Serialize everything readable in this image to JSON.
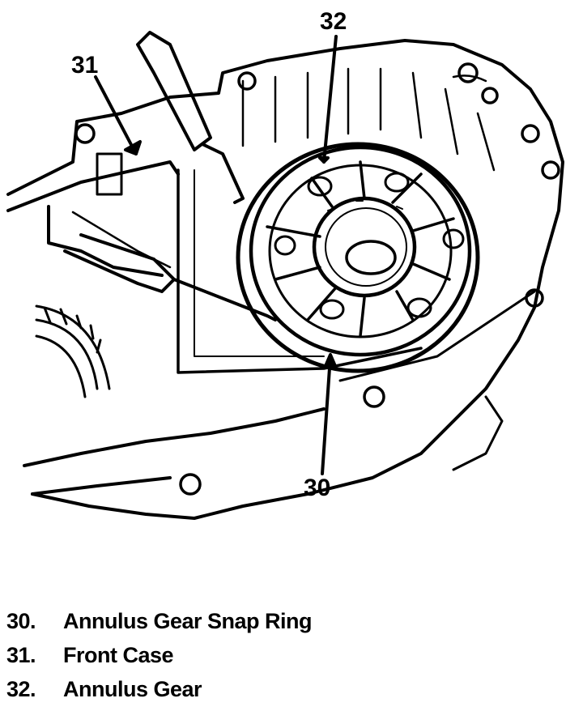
{
  "callouts": {
    "c30": "30",
    "c31": "31",
    "c32": "32"
  },
  "legend": [
    {
      "num": "30.",
      "text": "Annulus Gear Snap Ring"
    },
    {
      "num": "31.",
      "text": "Front Case"
    },
    {
      "num": "32.",
      "text": "Annulus Gear"
    }
  ],
  "colors": {
    "ink": "#000000",
    "paper": "#ffffff"
  }
}
